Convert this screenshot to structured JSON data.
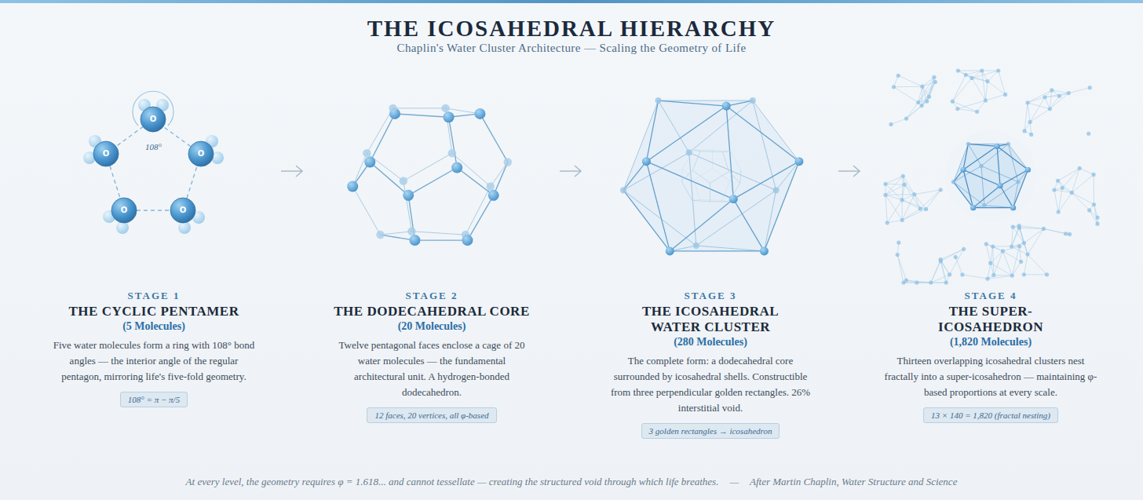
{
  "diagram": {
    "title": "THE ICOSAHEDRAL HIERARCHY",
    "caption": "At every level, the geometry requires φ = 1.618... and cannot tessellate — creating the structured void through which life breathes.",
    "nodes": [
      {
        "text": [
          "108° = π − π/5"
        ]
      },
      {
        "text": [
          "12 faces, 20 vertices, all φ-based"
        ]
      },
      {
        "text": [
          "3 golden rectangles → icosahedron"
        ]
      },
      {
        "text": [
          "13 × 140 = 1,820 (fractal nesting)"
        ]
      }
    ],
    "labels": [
      "Chaplin's Water Cluster Architecture — Scaling the Geometry of Life",
      "STAGE 1",
      "THE CYCLIC PENTAMER",
      "(5 Molecules)",
      "Five water molecules form a ring with 108° bond angles — the interior angle of the regular pentagon, mirroring life's five-fold geometry.",
      "STAGE 2",
      "THE DODECAHEDRAL CORE",
      "(20 Molecules)",
      "Twelve pentagonal faces enclose a cage of 20 water molecules — the fundamental architectural unit. A hydrogen-bonded dodecahedron.",
      "STAGE 3",
      "THE ICOSAHEDRAL WATER CLUSTER",
      "(280 Molecules)",
      "The complete form: a dodecahedral core surrounded by icosahedral shells. Constructible from three perpendicular golden rectangles. 26% interstitial void.",
      "STAGE 4",
      "THE SUPER-ICOSAHEDRON",
      "(1,820 Molecules)",
      "Thirteen overlapping icosahedral clusters nest fractally into a super-icosahedron — maintaining φ-based proportions at every scale.",
      "O",
      "O",
      "O",
      "O",
      "O",
      "108°",
      "—",
      "After Martin Chaplin, Water Structure and Science"
    ]
  }
}
